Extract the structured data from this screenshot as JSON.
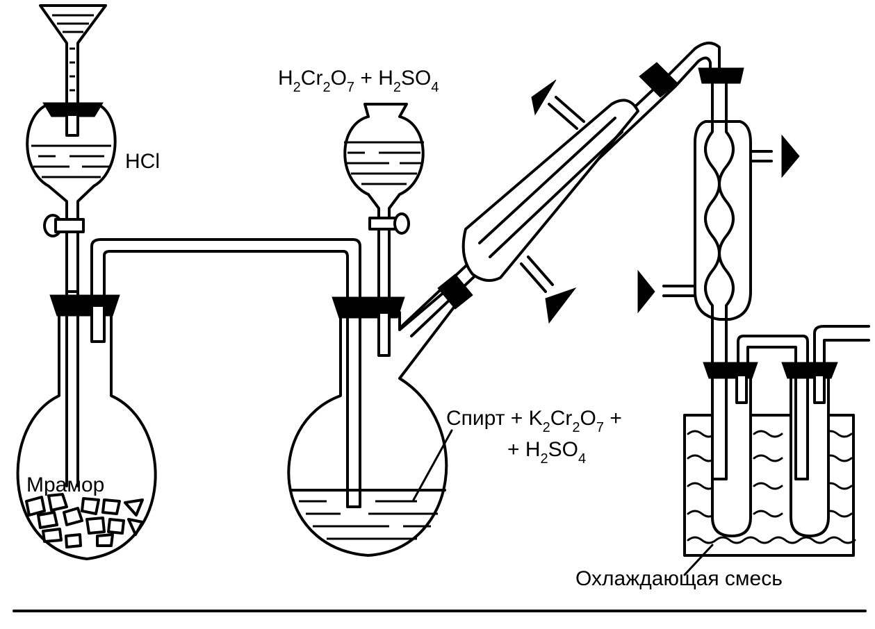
{
  "labels": {
    "hcl": "HCl",
    "marble": "Мрамор",
    "top_reagent": {
      "a": "H",
      "a_sub": "2",
      "b": "Cr",
      "b_sub": "2",
      "c": "O",
      "c_sub": "7",
      "d": " + H",
      "d_sub": "2",
      "e": "SO",
      "e_sub": "4"
    },
    "flask_reagent_line1": {
      "a": "Спирт + K",
      "a_sub": "2",
      "b": "Cr",
      "b_sub": "2",
      "c": "O",
      "c_sub": "7",
      "d": " +"
    },
    "flask_reagent_line2": {
      "a": "+ H",
      "a_sub": "2",
      "b": "SO",
      "b_sub": "4"
    },
    "cooling_mixture": "Охлаждающая смесь"
  },
  "colors": {
    "ink": "#000000",
    "paper": "#ffffff"
  }
}
